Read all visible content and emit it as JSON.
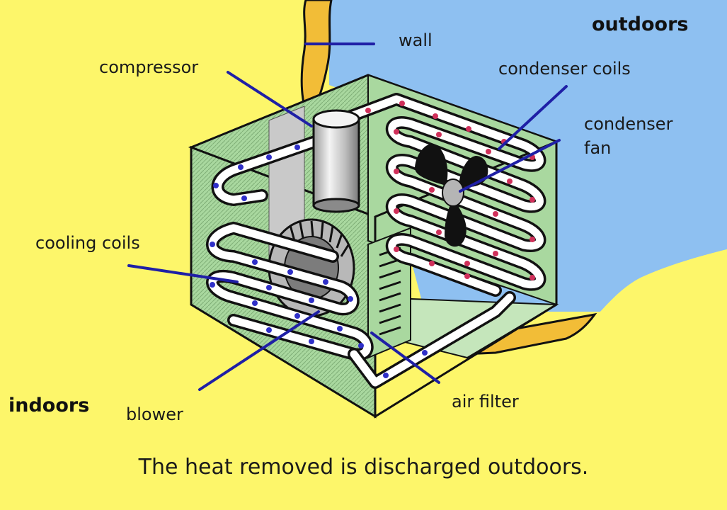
{
  "labels": {
    "wall": "wall",
    "outdoors": "outdoors",
    "compressor": "compressor",
    "condenser_coils": "condenser coils",
    "condenser_fan_line1": "condenser",
    "condenser_fan_line2": "fan",
    "cooling_coils": "cooling coils",
    "indoors": "indoors",
    "blower": "blower",
    "air_filter": "air filter"
  },
  "caption": "The heat removed is discharged outdoors.",
  "colors": {
    "indoor_yellow": "#fdf66a",
    "outdoor_blue": "#8ec0f1",
    "wall_orange": "#f2bd37",
    "unit_green": "#a9d89f",
    "leader_blue": "#1f1fa6",
    "cool_dot": "#2f2fc8",
    "hot_dot": "#d0305a"
  }
}
